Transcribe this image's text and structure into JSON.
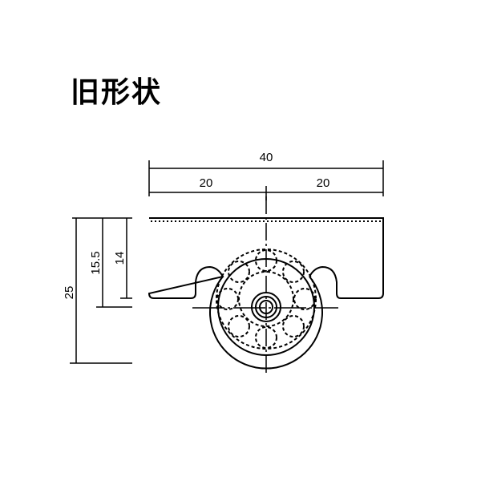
{
  "title": "旧形状",
  "dimensions": {
    "overall_width": "40",
    "half_left": "20",
    "half_right": "20",
    "overall_height": "25",
    "axle_height": "15.5",
    "body_height": "14"
  }
}
